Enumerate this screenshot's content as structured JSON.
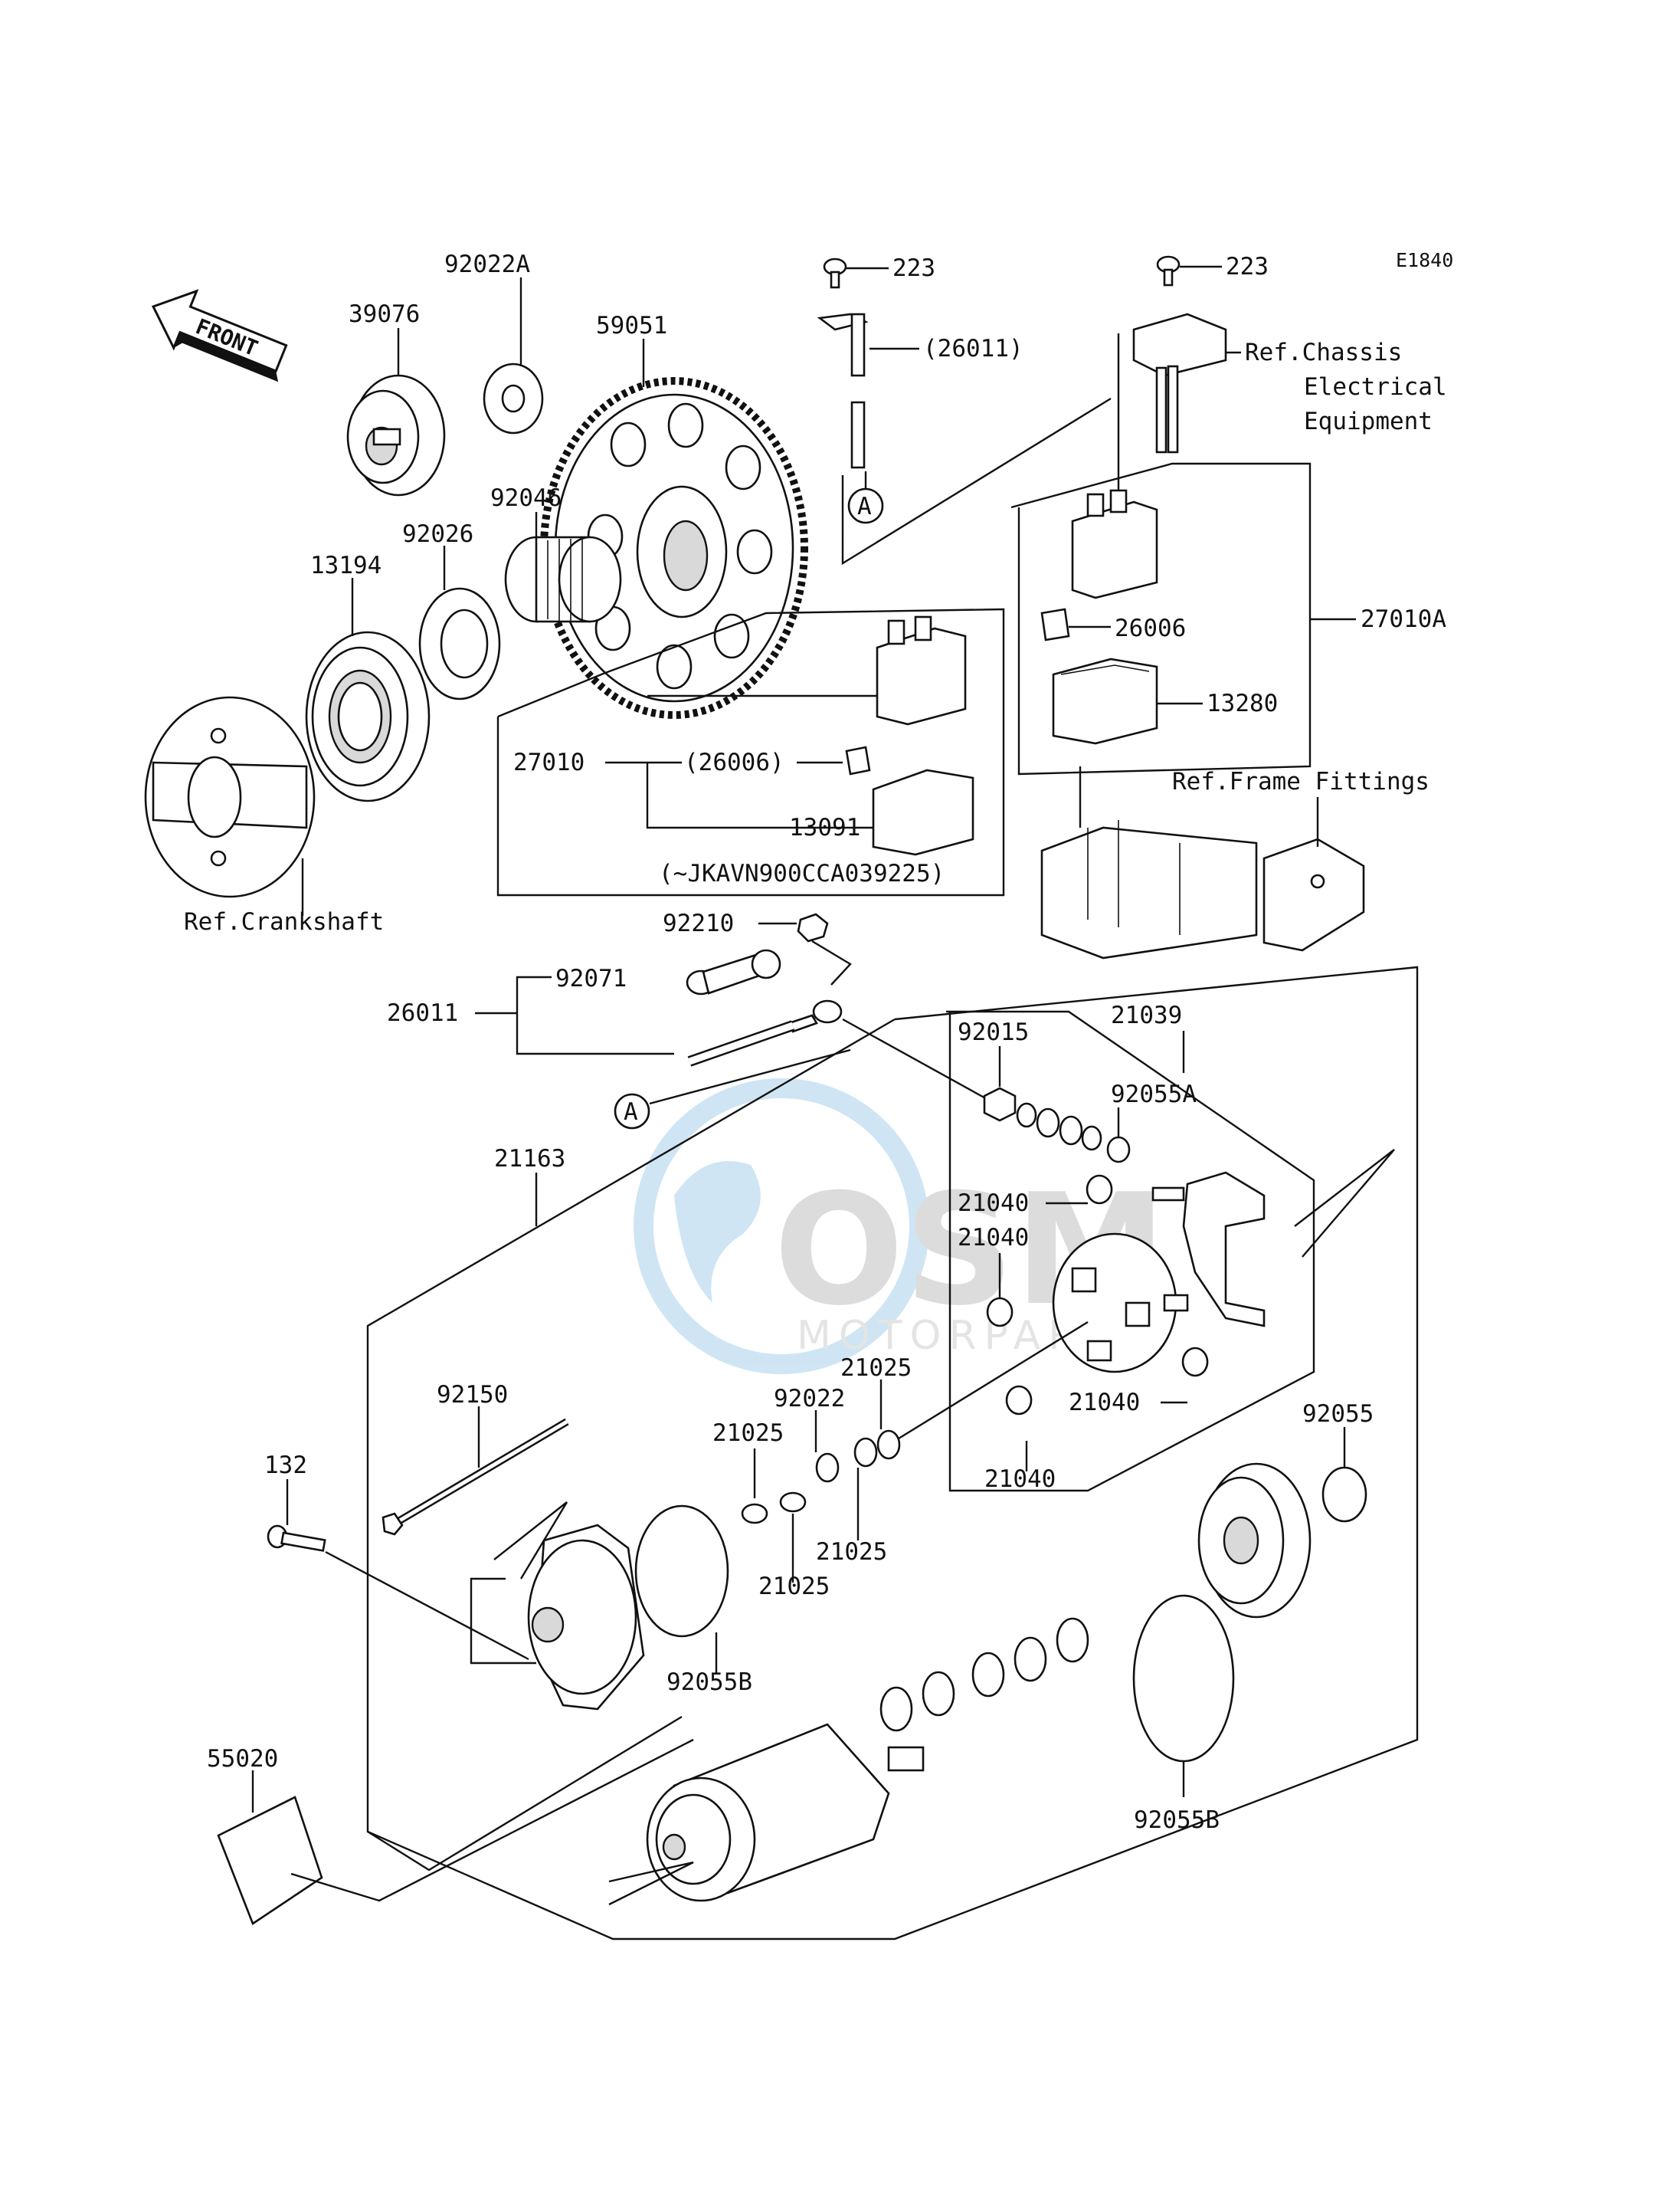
{
  "diagram_code": "E1840",
  "front_label": "FRONT",
  "callout_marker": "A",
  "watermark": {
    "brand": "OSM",
    "sub": "MOTORPARTS"
  },
  "parts": {
    "p39076": "39076",
    "p92022A": "92022A",
    "p59051": "59051",
    "p223a": "223",
    "p26011_paren": "(26011)",
    "p223b": "223",
    "ref_chassis_1": "Ref.Chassis",
    "ref_chassis_2": "Electrical",
    "ref_chassis_3": "Equipment",
    "p92046": "92046",
    "p92026": "92026",
    "p13194": "13194",
    "p26006": "26006",
    "p27010A": "27010A",
    "p13280": "13280",
    "p27010": "27010",
    "p26006_paren": "(26006)",
    "p13091": "13091",
    "serial_note": "(~JKAVN900CCA039225)",
    "ref_frame": "Ref.Frame Fittings",
    "ref_crankshaft": "Ref.Crankshaft",
    "p92210": "92210",
    "p92071": "92071",
    "p26011": "26011",
    "p21039": "21039",
    "p92015": "92015",
    "p92055A": "92055A",
    "p21163": "21163",
    "p21040_a": "21040",
    "p21040_b": "21040",
    "p21040_c": "21040",
    "p21040_d": "21040",
    "p21025_a": "21025",
    "p92022": "92022",
    "p21025_b": "21025",
    "p92055": "92055",
    "p92150": "92150",
    "p132": "132",
    "p21025_c": "21025",
    "p21025_d": "21025",
    "p92055B_a": "92055B",
    "p92055B_b": "92055B",
    "p55020": "55020"
  }
}
